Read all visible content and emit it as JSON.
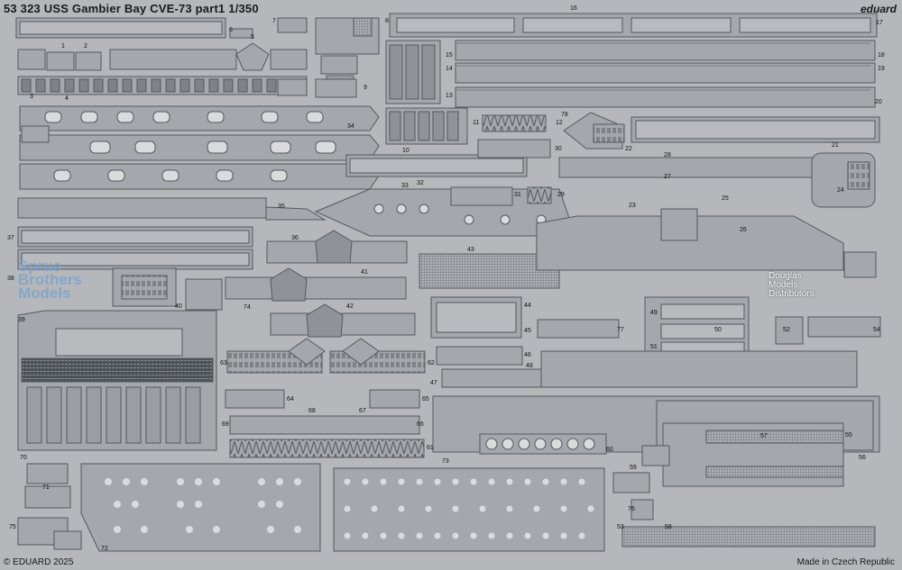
{
  "sheet": {
    "title": "53 323 USS Gambier Bay CVE-73 part1   1/350",
    "brand": "eduard",
    "copyright": "© EDUARD 2025",
    "made_in": "Made in Czech Republic",
    "colors": {
      "fret": "#b5b7ba",
      "part_fill": "#a4a7ab",
      "part_stroke": "#555a60",
      "hole": "#d9dbdd"
    }
  },
  "watermarks": {
    "left": [
      "Sprue",
      "Brothers",
      "Models"
    ],
    "right": [
      "Douglas",
      "Models",
      "Distributors"
    ]
  },
  "part_numbers": {
    "n1": "1",
    "n2": "2",
    "n3": "3",
    "n4": "4",
    "n5": "5",
    "n6": "6",
    "n7": "7",
    "n8": "8",
    "n9": "9",
    "n10": "10",
    "n11": "11",
    "n12": "12",
    "n13": "13",
    "n14": "14",
    "n15": "15",
    "n16": "16",
    "n17": "17",
    "n18": "18",
    "n19": "19",
    "n20": "20",
    "n21": "21",
    "n22": "22",
    "n23": "23",
    "n24": "24",
    "n25": "25",
    "n26": "26",
    "n27": "27",
    "n28": "28",
    "n29": "29",
    "n30": "30",
    "n31": "31",
    "n32": "32",
    "n33": "33",
    "n34": "34",
    "n35": "35",
    "n36": "36",
    "n37": "37",
    "n38": "38",
    "n39": "39",
    "n40": "40",
    "n41": "41",
    "n42": "42",
    "n43": "43",
    "n44": "44",
    "n45": "45",
    "n46": "46",
    "n47": "47",
    "n48": "48",
    "n49": "49",
    "n50": "50",
    "n51": "51",
    "n52": "52",
    "n53": "53",
    "n54": "54",
    "n55": "55",
    "n56": "56",
    "n57": "57",
    "n58": "58",
    "n59": "59",
    "n60": "60",
    "n61": "61",
    "n62": "62",
    "n63": "63",
    "n64": "64",
    "n65": "65",
    "n66": "66",
    "n67": "67",
    "n68": "68",
    "n69": "69",
    "n70": "70",
    "n71": "71",
    "n72": "72",
    "n73": "73",
    "n74": "74",
    "n75": "75",
    "n76": "76",
    "n77": "77",
    "n78": "78"
  }
}
